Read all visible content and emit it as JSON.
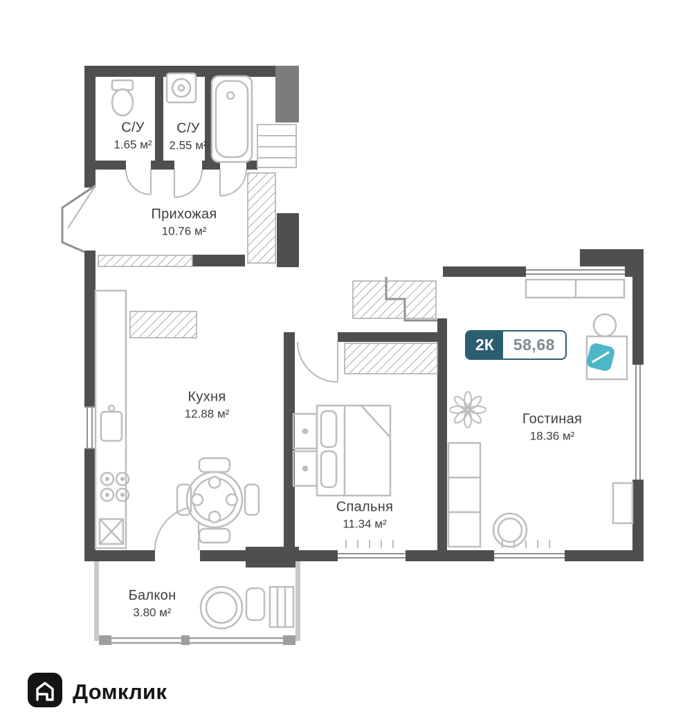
{
  "badge": {
    "type_label": "2К",
    "area_value": "58,68"
  },
  "rooms": {
    "bathroom_small": {
      "name": "С/У",
      "area": "1.65 м²"
    },
    "bathroom_large": {
      "name": "С/У",
      "area": "2.55 м²"
    },
    "hallway": {
      "name": "Прихожая",
      "area": "10.76 м²"
    },
    "kitchen": {
      "name": "Кухня",
      "area": "12.88 м²"
    },
    "bedroom": {
      "name": "Спальня",
      "area": "11.34 м²"
    },
    "living_room": {
      "name": "Гостиная",
      "area": "18.36 м²"
    },
    "balcony": {
      "name": "Балкон",
      "area": "3.80 м²"
    }
  },
  "logo": {
    "brand": "Домклик",
    "icon": "house-icon"
  },
  "colors": {
    "wall": "#4f4f4f",
    "furniture": "#bdbdbd",
    "badge_background": "#2b5e70",
    "badge_value_text": "#7e8b93",
    "accent_teal": "#4db6c9"
  }
}
